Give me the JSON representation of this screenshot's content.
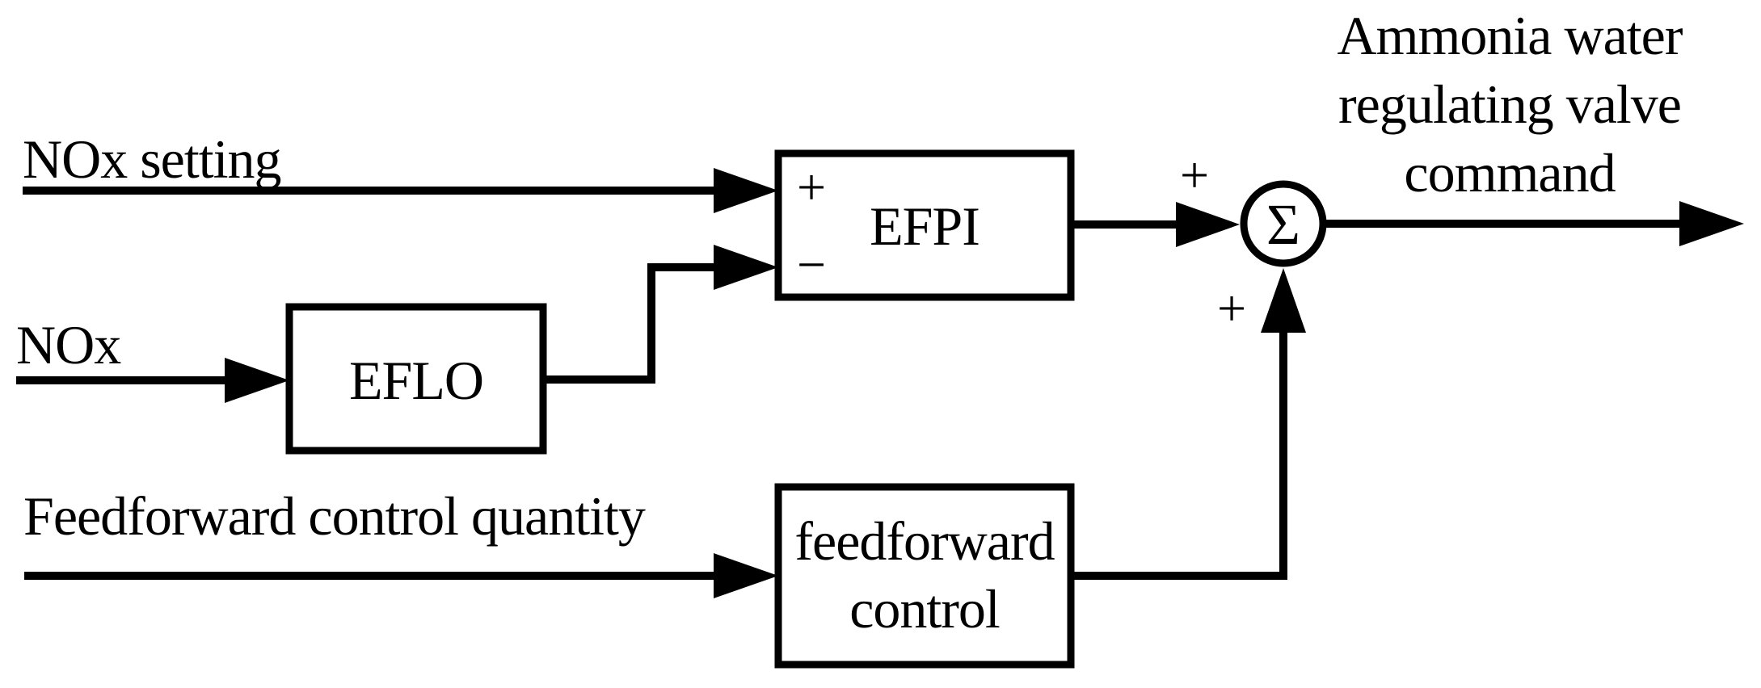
{
  "colors": {
    "ink": "#000000",
    "paper": "#ffffff"
  },
  "diagram": {
    "inputs": {
      "nox_setting": "NOx setting",
      "nox": "NOx",
      "feedforward_quantity": "Feedforward control quantity"
    },
    "blocks": {
      "efpi": "EFPI",
      "eflo": "EFLO",
      "feedforward_line1": "feedforward",
      "feedforward_line2": "control"
    },
    "signs": {
      "efpi_plus": "+",
      "efpi_minus": "−",
      "sum_left_plus": "+",
      "sum_bottom_plus": "+",
      "sigma": "Σ"
    },
    "output": {
      "line1": "Ammonia water",
      "line2": "regulating valve",
      "line3": "command"
    }
  }
}
